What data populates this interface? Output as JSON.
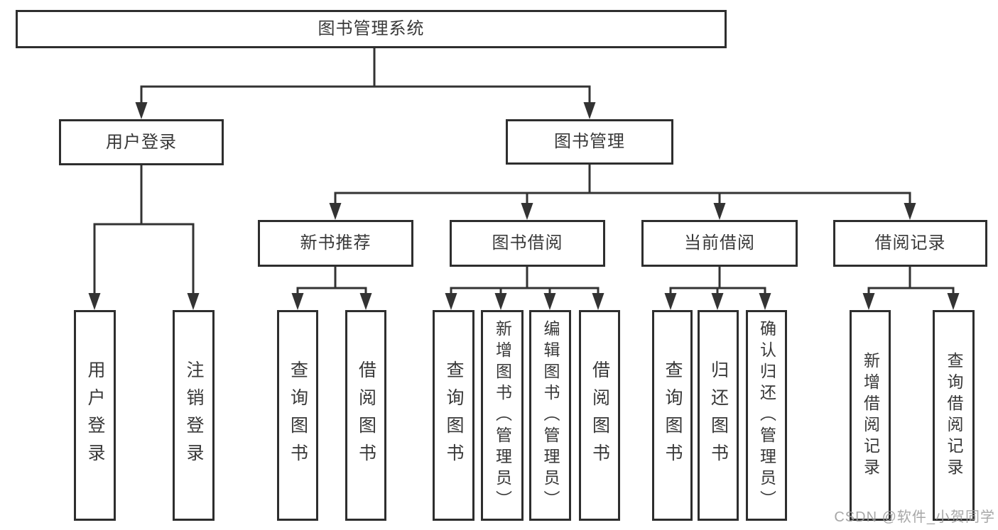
{
  "root": {
    "label": "图书管理系统"
  },
  "level2": {
    "user_login": {
      "label": "用户登录",
      "leaves": [
        "用户登录",
        "注销登录"
      ]
    },
    "book_mgmt": {
      "label": "图书管理",
      "sections": {
        "new_books": {
          "label": "新书推荐",
          "leaves": [
            "查询图书",
            "借阅图书"
          ]
        },
        "borrowing": {
          "label": "图书借阅",
          "leaves": [
            "查询图书",
            "新增图书（管理员）",
            "编辑图书（管理员）",
            "借阅图书"
          ]
        },
        "current": {
          "label": "当前借阅",
          "leaves": [
            "查询图书",
            "归还图书",
            "确认归还（管理员）"
          ]
        },
        "records": {
          "label": "借阅记录",
          "leaves": [
            "新增借阅记录",
            "查询借阅记录"
          ]
        }
      }
    }
  },
  "watermark": {
    "text": "CSDN @软件_小贺同学"
  },
  "colors": {
    "line": "#333333",
    "box_border": "#2e2e2e",
    "text": "#383838",
    "watermark": "#9b9b9b",
    "background": "#ffffff"
  }
}
